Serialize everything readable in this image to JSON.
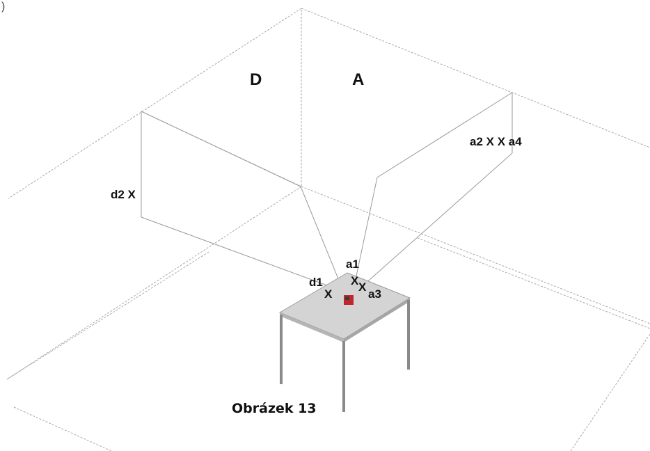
{
  "figure": {
    "walls": {
      "d": "D",
      "a": "A"
    },
    "points": {
      "a1": "a1",
      "d1": "d1",
      "a3": "a3",
      "d2": "d2 X",
      "a2a4": "a2 X X a4",
      "mark_a1": "X",
      "mark_d1": "X",
      "mark_a3": "X"
    },
    "caption": "Obrázek 13",
    "corner_tick": ")"
  },
  "colors": {
    "laser_body": "#c0262b",
    "table_top": "#d4d4d4",
    "table_leg": "#8a8a8a"
  }
}
